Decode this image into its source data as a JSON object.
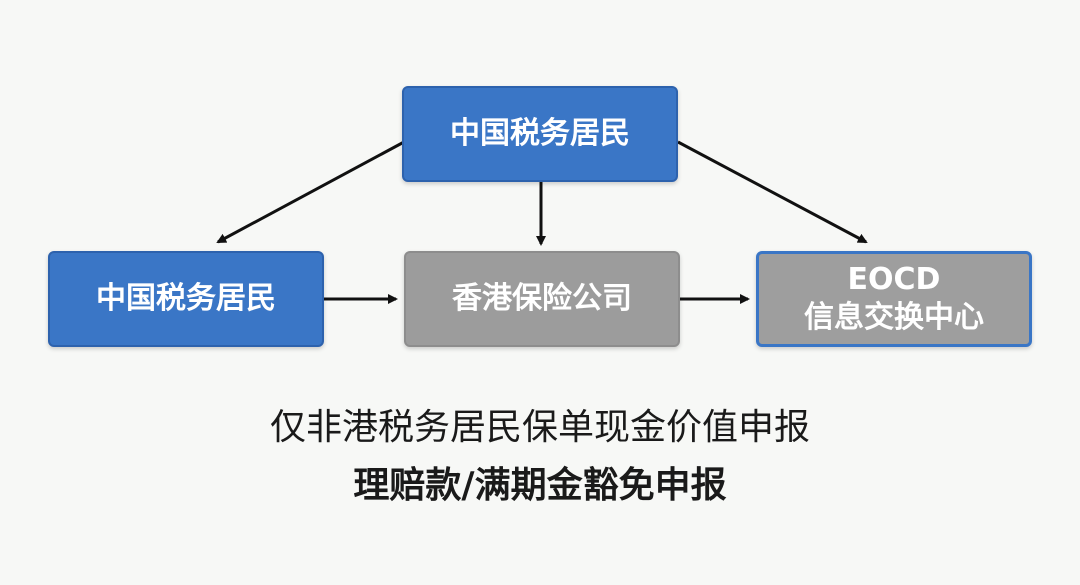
{
  "colors": {
    "background": "#f7f8f6",
    "blue": "#3a76c6",
    "gray": "#9c9c9c",
    "arrow": "#111111",
    "text_dark": "#1a1a1a"
  },
  "nodes": {
    "top": {
      "label": "中国税务居民"
    },
    "left": {
      "label": "中国税务居民"
    },
    "middle": {
      "label": "香港保险公司"
    },
    "right": {
      "line1": "EOCD",
      "line2": "信息交换中心"
    }
  },
  "captions": {
    "line1": "仅非港税务居民保单现金价值申报",
    "line2": "理赔款/满期金豁免申报"
  }
}
